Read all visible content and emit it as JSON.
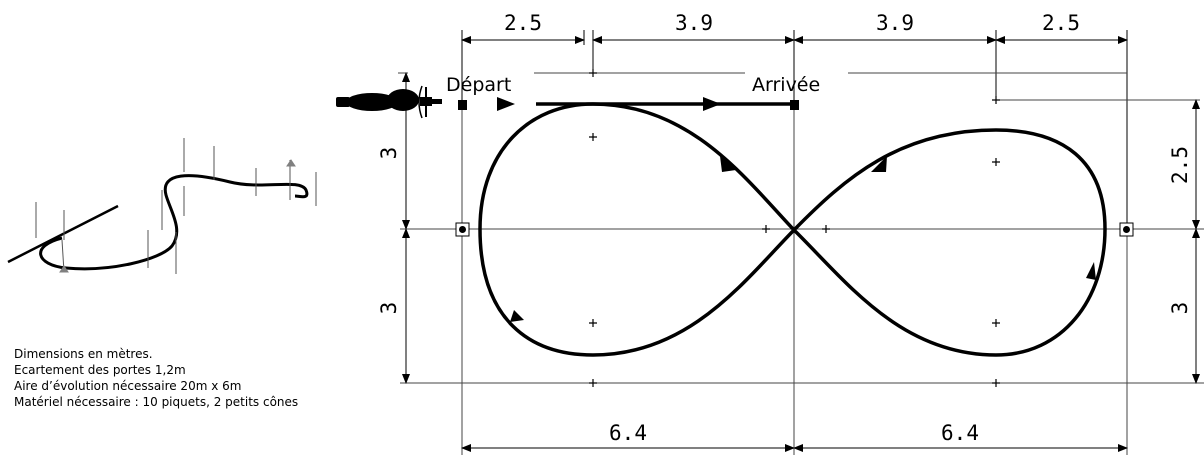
{
  "labels": {
    "start": "Départ",
    "finish": "Arrivée"
  },
  "dimensions": {
    "top": [
      "2.5",
      "3.9",
      "3.9",
      "2.5"
    ],
    "bottom": [
      "6.4",
      "6.4"
    ],
    "left": [
      "3",
      "3"
    ],
    "right": [
      "2.5",
      "3"
    ]
  },
  "notes": [
    "Dimensions en mètres.",
    "Ecartement des portes 1,2m",
    "Aire d’évolution nécessaire 20m x 6m",
    "Matériel nécessaire : 10 piquets, 2 petits cônes"
  ],
  "colors": {
    "stroke": "#000000",
    "thin_line": "#444444",
    "marker": "#808080"
  },
  "icons": [
    "motorcycle-icon",
    "start-arrow-icon",
    "gate-post-icon",
    "cone-icon",
    "cross-marker-icon",
    "perspective-sketch"
  ]
}
